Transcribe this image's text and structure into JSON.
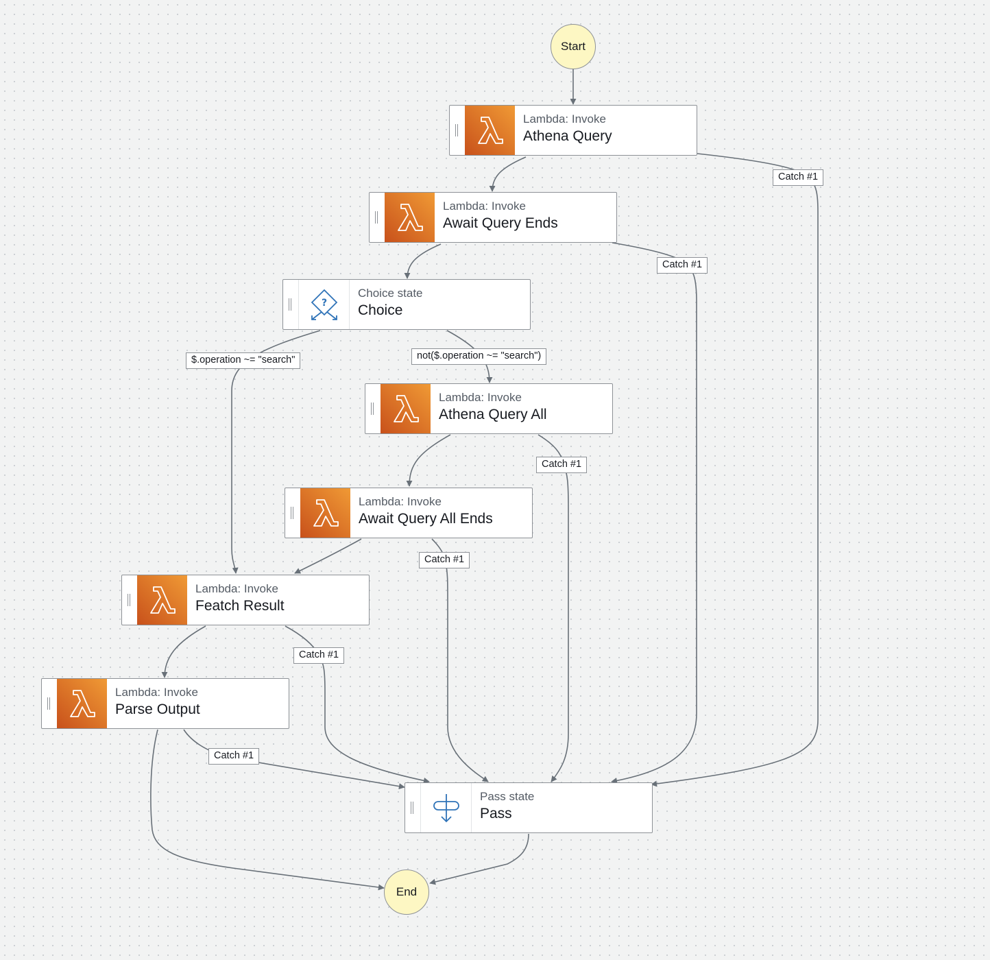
{
  "terminals": {
    "start": {
      "label": "Start"
    },
    "end": {
      "label": "End"
    }
  },
  "states": [
    {
      "id": "athena-query",
      "type": "Lambda: Invoke",
      "name": "Athena Query",
      "icon": "lambda-icon"
    },
    {
      "id": "await-query-ends",
      "type": "Lambda: Invoke",
      "name": "Await Query Ends",
      "icon": "lambda-icon"
    },
    {
      "id": "choice",
      "type": "Choice state",
      "name": "Choice",
      "icon": "choice-icon"
    },
    {
      "id": "athena-query-all",
      "type": "Lambda: Invoke",
      "name": "Athena Query All",
      "icon": "lambda-icon"
    },
    {
      "id": "await-query-all-ends",
      "type": "Lambda: Invoke",
      "name": "Await Query All Ends",
      "icon": "lambda-icon"
    },
    {
      "id": "featch-result",
      "type": "Lambda: Invoke",
      "name": "Featch Result",
      "icon": "lambda-icon"
    },
    {
      "id": "parse-output",
      "type": "Lambda: Invoke",
      "name": "Parse Output",
      "icon": "lambda-icon"
    },
    {
      "id": "pass",
      "type": "Pass state",
      "name": "Pass",
      "icon": "pass-icon"
    }
  ],
  "edge_labels": {
    "catch": "Catch #1",
    "choice_search": "$.operation ~= \"search\"",
    "choice_not_search": "not($.operation ~= \"search\")"
  },
  "colors": {
    "terminal_fill": "#fdf7c3",
    "lambda_gradient_start": "#c8511b",
    "lambda_gradient_end": "#f09a35",
    "edge": "#687078",
    "border": "#8d9196",
    "choice_icon": "#2f73b8"
  }
}
